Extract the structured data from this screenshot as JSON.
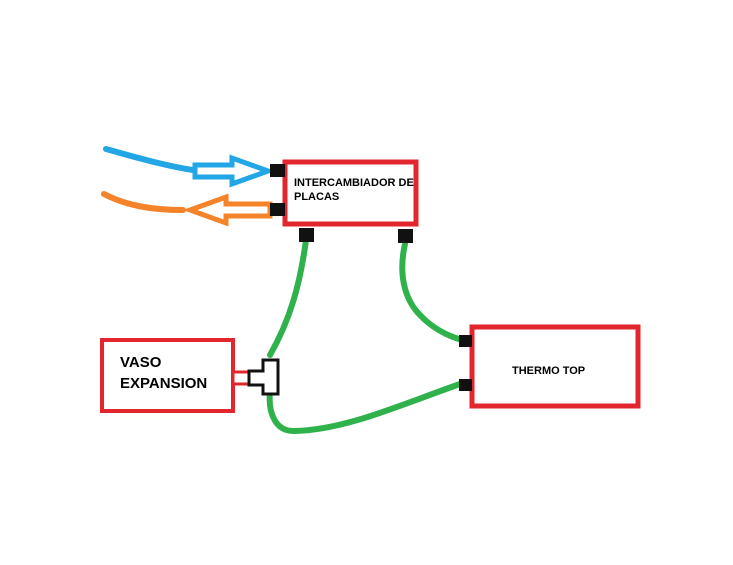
{
  "boxes": {
    "exchanger": {
      "line1": "INTERCAMBIADOR DE",
      "line2": "PLACAS"
    },
    "expansion_vessel": {
      "line1": "VASO",
      "line2": "EXPANSION"
    },
    "heater": {
      "label": "THERMO TOP"
    }
  },
  "colors": {
    "box_border": "#e3262e",
    "box_fill": "#ffffff",
    "cold_water": "#22a6e6",
    "hot_water": "#f5832a",
    "circuit": "#2fb24b",
    "connector": "#111111",
    "text": "#000000"
  }
}
